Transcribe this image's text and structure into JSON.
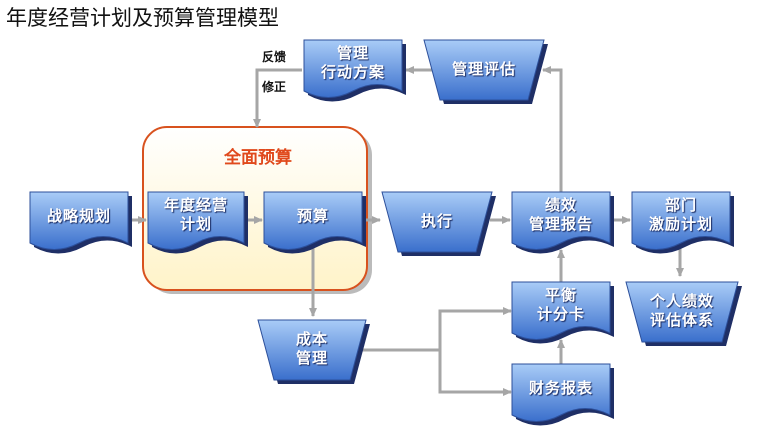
{
  "title": "年度经营计划及预算管理模型",
  "budget_group": {
    "title": "全面预算"
  },
  "feedback_labels": {
    "top": "反馈",
    "bottom": "修正"
  },
  "colors": {
    "node_top": "#9dc3f4",
    "node_bottom": "#3c74d0",
    "arrow": "#a6a6a6",
    "group_fill": "#fff8dc",
    "group_border": "#d8521e",
    "group_title": "#e0491c"
  },
  "nodes": {
    "strategy": {
      "lines": [
        "战略规划"
      ]
    },
    "annual": {
      "lines": [
        "年度经营",
        "计划"
      ]
    },
    "budget": {
      "lines": [
        "预算"
      ]
    },
    "execute": {
      "lines": [
        "执行"
      ]
    },
    "perf": {
      "lines": [
        "绩效",
        "管理报告"
      ]
    },
    "incentive": {
      "lines": [
        "部门",
        "激励计划"
      ]
    },
    "personal": {
      "lines": [
        "个人绩效",
        "评估体系"
      ]
    },
    "bsc": {
      "lines": [
        "平衡",
        "计分卡"
      ]
    },
    "finance": {
      "lines": [
        "财务报表"
      ]
    },
    "cost": {
      "lines": [
        "成本",
        "管理"
      ]
    },
    "mgmt_plan": {
      "lines": [
        "管理",
        "行动方案"
      ]
    },
    "mgmt_eval": {
      "lines": [
        "管理评估"
      ]
    }
  }
}
